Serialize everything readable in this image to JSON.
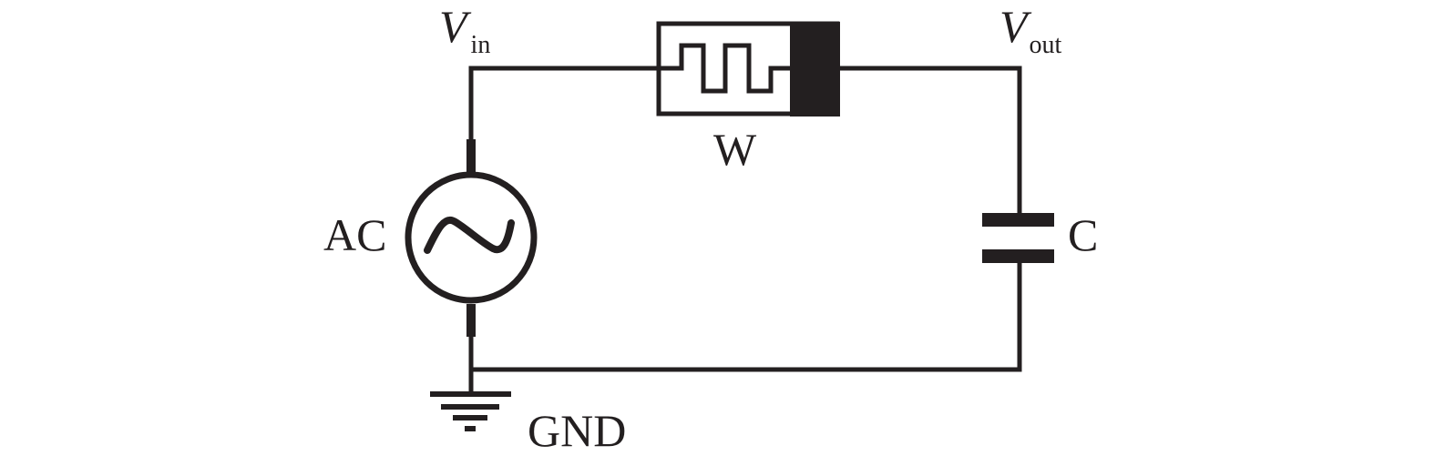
{
  "labels": {
    "vin_var": "V",
    "vin_sub": "in",
    "vout_var": "V",
    "vout_sub": "out",
    "resistor": "W",
    "source": "AC",
    "capacitor": "C",
    "ground": "GND"
  },
  "colors": {
    "line": "#231f20",
    "background": "#ffffff"
  },
  "icons": {
    "source_symbol": "sine-wave-icon",
    "ground_symbol": "ground-icon"
  }
}
